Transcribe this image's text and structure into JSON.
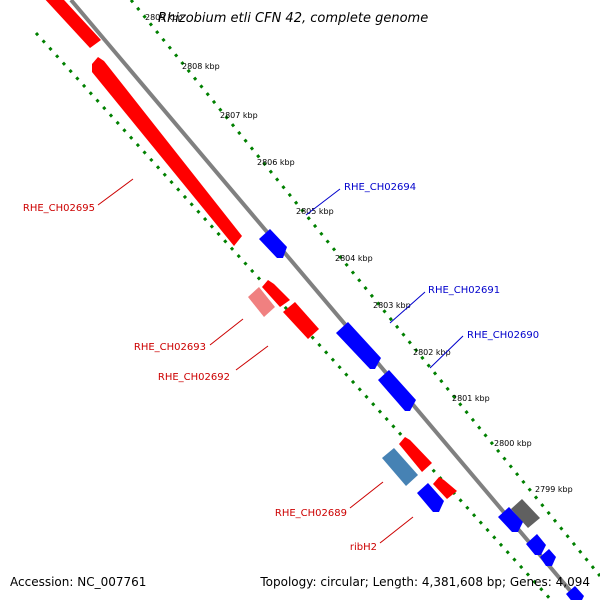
{
  "title": "Rhizobium etli CFN 42, complete genome",
  "footer": {
    "accession": "Accession: NC_007761",
    "topology": "Topology: circular; Length: 4,381,608 bp; Genes: 4,094"
  },
  "colors": {
    "forward_strand": "#ff0000",
    "reverse_strand": "#0000ff",
    "pseudogene_forward": "#f08080",
    "pseudogene_reverse": "#4682b4",
    "rna": "#606060",
    "axis": "#808080",
    "tick_track": "#008000"
  },
  "ticks": [
    {
      "label": "2809 kbp"
    },
    {
      "label": "2808 kbp"
    },
    {
      "label": "2807 kbp"
    },
    {
      "label": "2806 kbp"
    },
    {
      "label": "2805 kbp"
    },
    {
      "label": "2804 kbp"
    },
    {
      "label": "2803 kbp"
    },
    {
      "label": "2802 kbp"
    },
    {
      "label": "2801 kbp"
    },
    {
      "label": "2800 kbp"
    },
    {
      "label": "2799 kbp"
    }
  ],
  "gene_labels": {
    "rhe_ch02695": "RHE_CH02695",
    "rhe_ch02694": "RHE_CH02694",
    "rhe_ch02693": "RHE_CH02693",
    "rhe_ch02692": "RHE_CH02692",
    "rhe_ch02691": "RHE_CH02691",
    "rhe_ch02690": "RHE_CH02690",
    "rhe_ch02689": "RHE_CH02689",
    "ribh2": "ribH2"
  }
}
